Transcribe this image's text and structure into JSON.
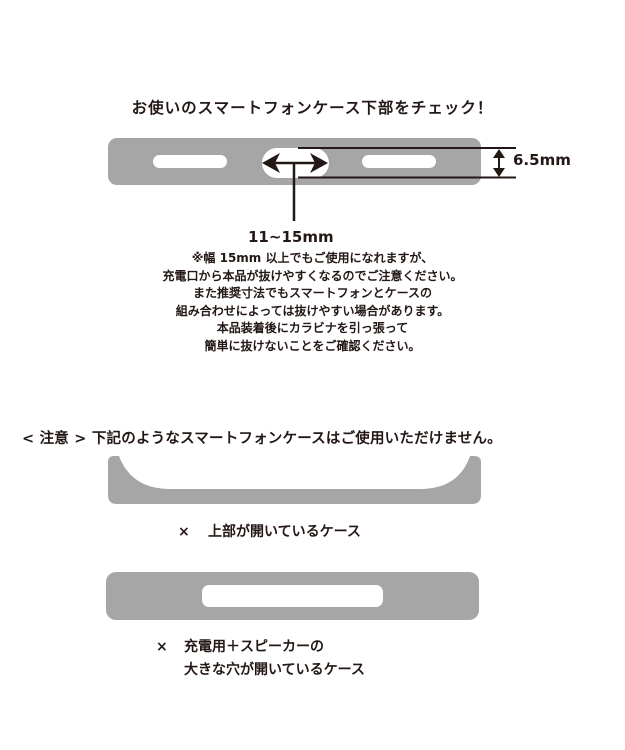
{
  "title": "お使いのスマートフォンケース下部をチェック！",
  "diagram_main": {
    "height_dimension": "6.5mm",
    "width_dimension": "11~15mm",
    "case_color": "#a6a6a6"
  },
  "note_lines": [
    "※幅 15mm 以上でもご使用になれますが、",
    "充電口から本品が抜けやすくなるのでご注意ください。",
    "また推奨寸法でもスマートフォンとケースの",
    "組み合わせによっては抜けやすい場合があります。",
    "本品装着後にカラビナを引っ張って",
    "簡単に抜けないことをご確認ください。"
  ],
  "caution": "< 注意 > 下記のようなスマートフォンケースはご使用いただけません。",
  "bad_cases": [
    {
      "mark": "×",
      "lines": [
        "上部が開いているケース"
      ]
    },
    {
      "mark": "×",
      "lines": [
        "充電用＋スピーカーの",
        "大きな穴が開いているケース"
      ]
    }
  ]
}
